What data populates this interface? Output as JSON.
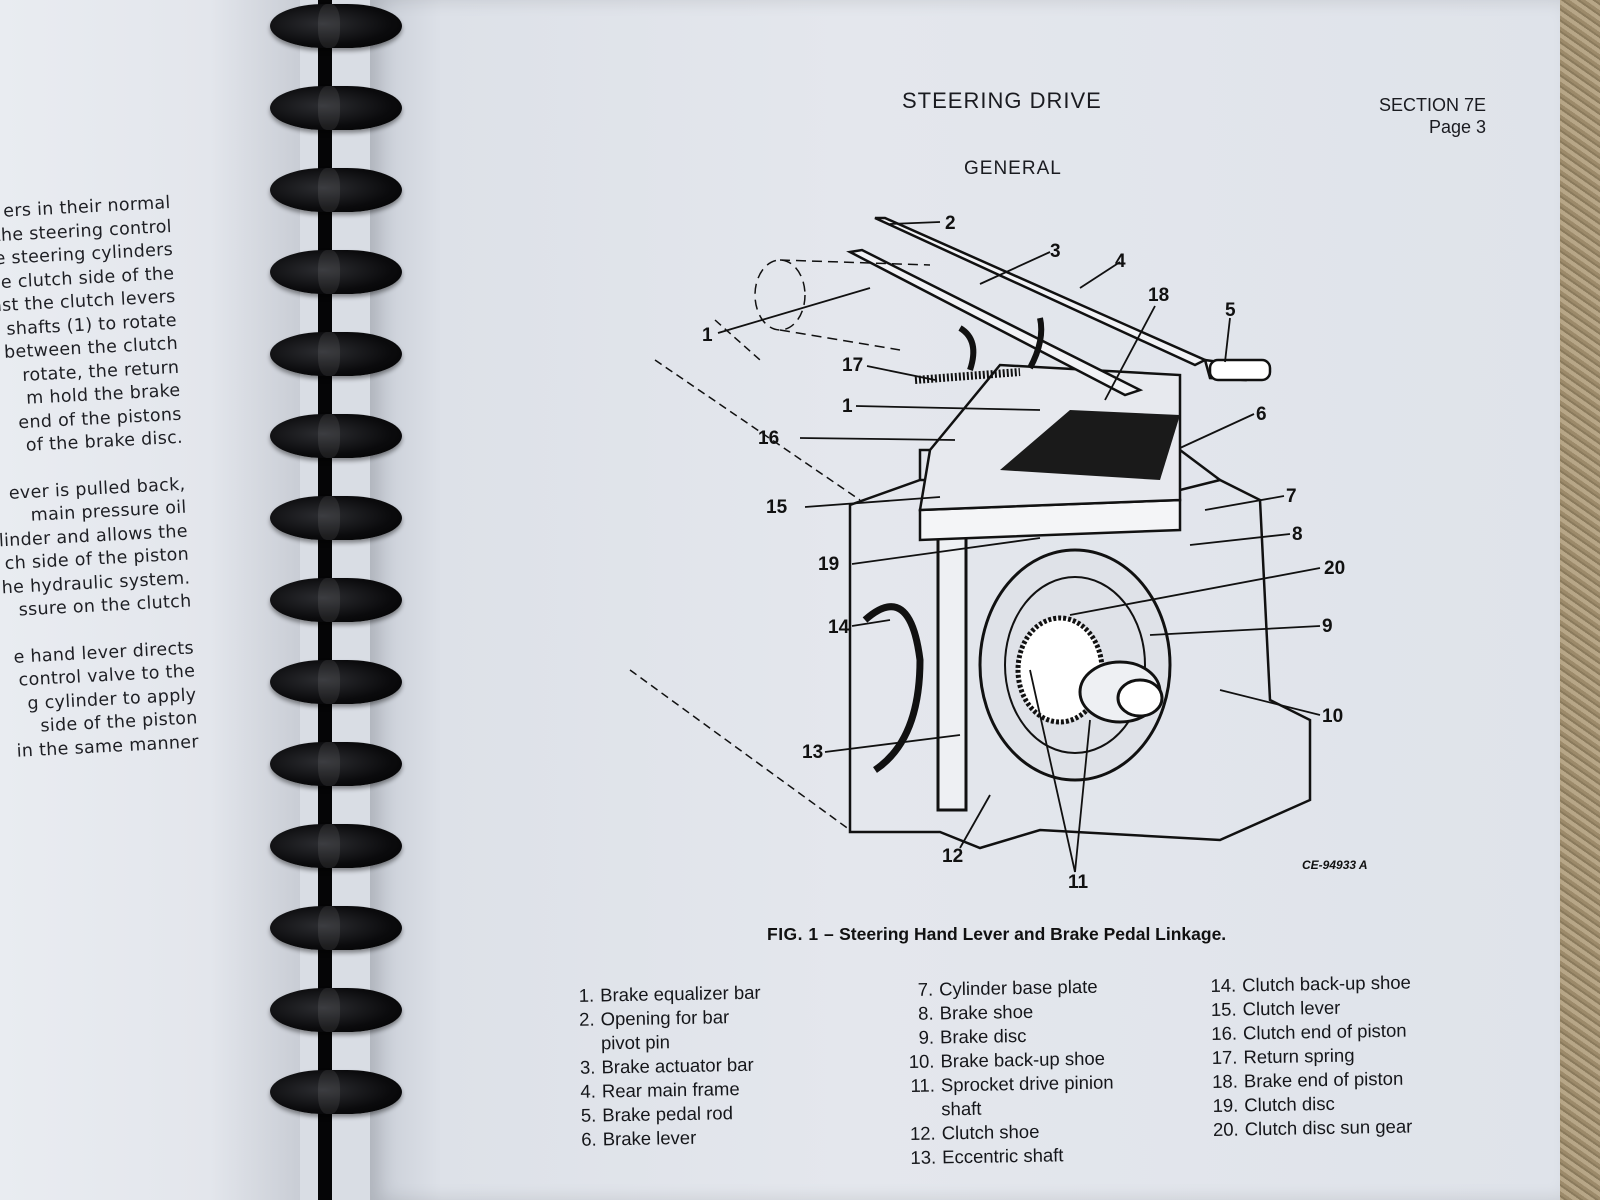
{
  "left_page": {
    "lines": [
      "ers in their normal",
      "the steering control",
      "e steering cylinders",
      "e clutch side of the",
      "inst the clutch levers",
      "shafts (1) to rotate",
      "between the clutch",
      "rotate, the return",
      "m hold the brake",
      "end of the pistons",
      "of the brake disc.",
      "",
      "ever is pulled back,",
      "main pressure oil",
      "linder and allows the",
      "ch side of the piston",
      "he hydraulic system.",
      "ssure on the clutch",
      "",
      "e hand lever directs",
      "control valve to the",
      "g cylinder to apply",
      "side of the piston",
      "in the same manner"
    ]
  },
  "header": {
    "title": "STEERING DRIVE",
    "section": "SECTION 7E",
    "page": "Page 3",
    "subtitle": "GENERAL"
  },
  "figure": {
    "code": "CE-94933 A",
    "caption_number": "FIG. 1 –",
    "caption_text": "Steering Hand Lever and Brake Pedal Linkage.",
    "callouts": [
      "1",
      "1",
      "2",
      "3",
      "4",
      "5",
      "6",
      "7",
      "8",
      "9",
      "10",
      "11",
      "12",
      "13",
      "14",
      "15",
      "16",
      "17",
      "18",
      "19",
      "20"
    ]
  },
  "legend": {
    "col1": [
      {
        "num": "1.",
        "text": "Brake equalizer bar"
      },
      {
        "num": "2.",
        "text": "Opening for bar"
      },
      {
        "num": "",
        "text": "pivot pin"
      },
      {
        "num": "3.",
        "text": "Brake actuator bar"
      },
      {
        "num": "4.",
        "text": "Rear main frame"
      },
      {
        "num": "5.",
        "text": "Brake pedal rod"
      },
      {
        "num": "6.",
        "text": "Brake lever"
      }
    ],
    "col2": [
      {
        "num": "7.",
        "text": "Cylinder base plate"
      },
      {
        "num": "8.",
        "text": "Brake shoe"
      },
      {
        "num": "9.",
        "text": "Brake disc"
      },
      {
        "num": "10.",
        "text": "Brake back-up shoe"
      },
      {
        "num": "11.",
        "text": "Sprocket drive pinion"
      },
      {
        "num": "",
        "text": "shaft"
      },
      {
        "num": "12.",
        "text": "Clutch shoe"
      },
      {
        "num": "13.",
        "text": "Eccentric shaft"
      }
    ],
    "col3": [
      {
        "num": "14.",
        "text": "Clutch back-up shoe"
      },
      {
        "num": "15.",
        "text": "Clutch lever"
      },
      {
        "num": "16.",
        "text": "Clutch end of piston"
      },
      {
        "num": "17.",
        "text": "Return spring"
      },
      {
        "num": "18.",
        "text": "Brake end of piston"
      },
      {
        "num": "19.",
        "text": "Clutch disc"
      },
      {
        "num": "20.",
        "text": "Clutch disc sun gear"
      }
    ]
  }
}
